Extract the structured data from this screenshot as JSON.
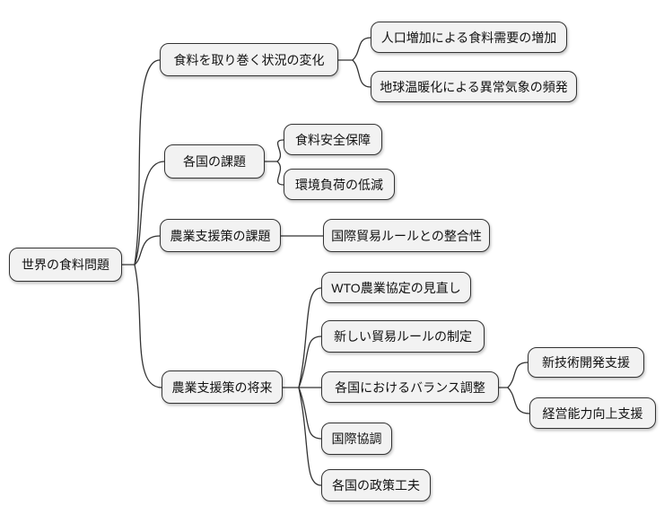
{
  "diagram": {
    "type": "mindmap",
    "background_color": "#ffffff",
    "node_fill_color": "#f2f2f2",
    "node_border_color": "#333333",
    "connector_color": "#333333",
    "tree": {
      "label": "世界の食料問題",
      "children": [
        {
          "label": "食料を取り巻く状況の変化",
          "children": [
            {
              "label": "人口増加による食料需要の増加"
            },
            {
              "label": "地球温暖化による異常気象の頻発"
            }
          ]
        },
        {
          "label": "各国の課題",
          "children": [
            {
              "label": "食料安全保障"
            },
            {
              "label": "環境負荷の低減"
            }
          ]
        },
        {
          "label": "農業支援策の課題",
          "children": [
            {
              "label": "国際貿易ルールとの整合性"
            }
          ]
        },
        {
          "label": "農業支援策の将来",
          "children": [
            {
              "label": "WTO農業協定の見直し"
            },
            {
              "label": "新しい貿易ルールの制定"
            },
            {
              "label": "各国におけるバランス調整",
              "children": [
                {
                  "label": "新技術開発支援"
                },
                {
                  "label": "経営能力向上支援"
                }
              ]
            },
            {
              "label": "国際協調"
            },
            {
              "label": "各国の政策工夫"
            }
          ]
        }
      ]
    }
  }
}
